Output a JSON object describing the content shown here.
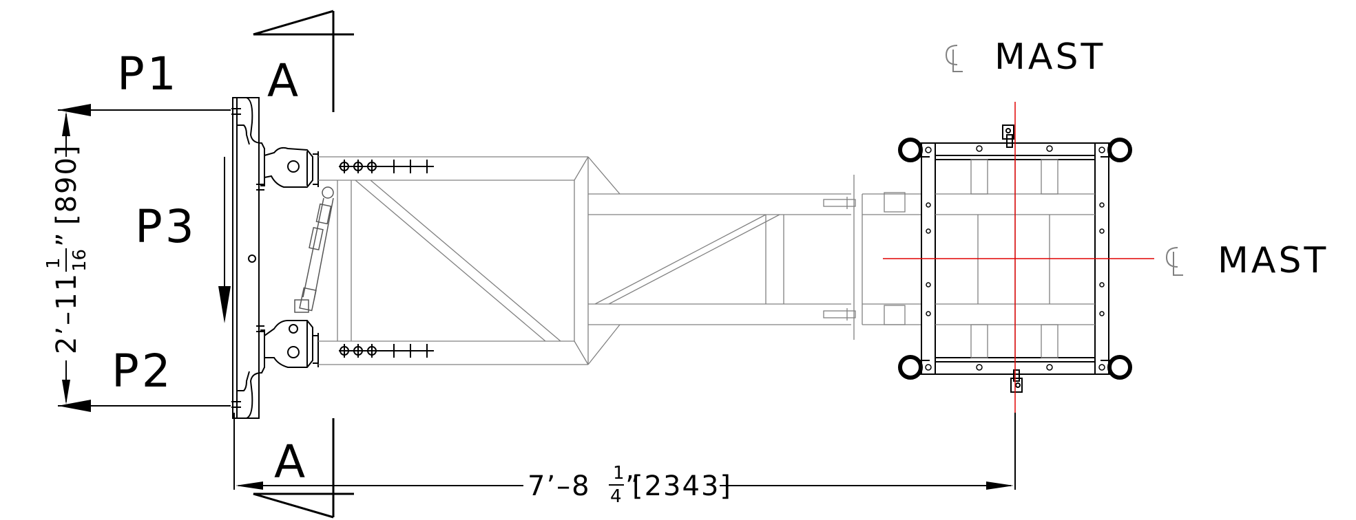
{
  "labels": {
    "p1": "P1",
    "p2": "P2",
    "p3": "P3",
    "section_top": "A",
    "section_bottom": "A",
    "cl_mast_top": "MAST",
    "cl_mast_right": "MAST"
  },
  "dimensions": {
    "horizontal": {
      "feet_inches_prefix": "7’–8",
      "fraction_num": "1",
      "fraction_den": "4",
      "inch_mark": "”",
      "metric": "[2343]"
    },
    "vertical": {
      "feet_inches_prefix": "2’–11",
      "fraction_num": "1",
      "fraction_den": "16",
      "inch_mark": "”",
      "metric": "[890]"
    }
  },
  "colors": {
    "line": "#000000",
    "grey_line": "#808080",
    "centerline": "#e00000"
  }
}
